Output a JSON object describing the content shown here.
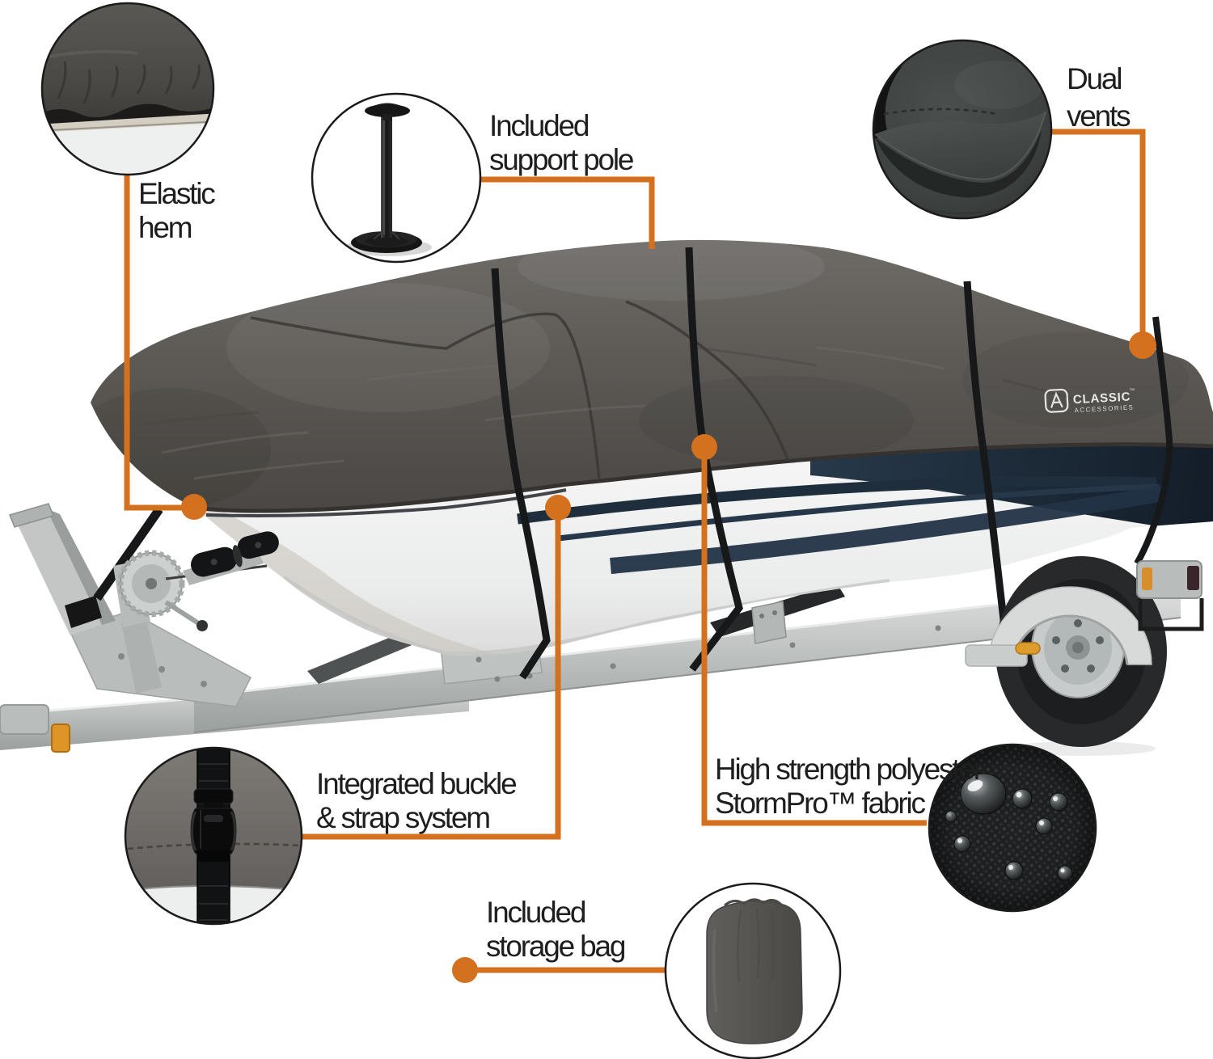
{
  "callouts": {
    "elastic_hem": {
      "lines": [
        "Elastic",
        "hem"
      ]
    },
    "support_pole": {
      "lines": [
        "Included",
        "support pole"
      ]
    },
    "dual_vents": {
      "lines": [
        "Dual",
        "vents"
      ]
    },
    "buckle_strap": {
      "lines": [
        "Integrated buckle",
        "& strap system"
      ]
    },
    "stormpro_fabric": {
      "lines": [
        "High strength polyester",
        "StormPro™ fabric"
      ]
    },
    "storage_bag": {
      "lines": [
        "Included",
        "storage bag"
      ]
    }
  },
  "logo": {
    "brand": "CLASSIC",
    "tm": "™",
    "sub": "ACCESSORIES"
  },
  "colors": {
    "accent_orange": "#d4711f",
    "text": "#1e1e1e",
    "cover_gray": "#5d5a56",
    "hull_navy": "#1d2b39",
    "hull_white": "#f1f2f1",
    "trailer_silver": "#c6c9c8"
  }
}
